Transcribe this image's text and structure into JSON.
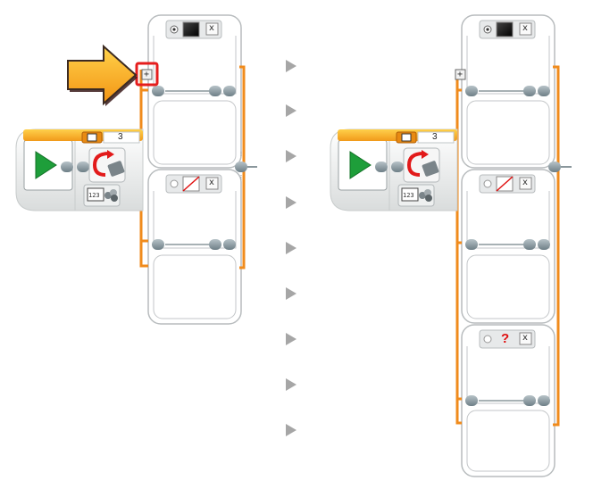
{
  "left_block": {
    "port_value": "3",
    "ruler_digits": "123",
    "add_case_symbol": "+",
    "case1_close": "x",
    "case2_close": "x"
  },
  "right_block": {
    "port_value": "3",
    "ruler_digits": "123",
    "add_case_symbol": "+",
    "case1_close": "x",
    "case2_close": "x",
    "case3_value": "?",
    "case3_close": "x"
  },
  "flow_arrows": [
    "play-triangle",
    "play-triangle",
    "play-triangle",
    "play-triangle",
    "play-triangle",
    "play-triangle",
    "play-triangle",
    "play-triangle",
    "play-triangle"
  ],
  "colors": {
    "accent_orange": "#f08b1c",
    "start_green": "#1e9e3a",
    "highlight_red": "#e51d1d",
    "callout_arrow": "#f6a21a"
  },
  "icons": [
    "start-icon",
    "loop-sensor-icon",
    "color-sensor-icon",
    "black-color-icon",
    "no-color-icon",
    "question-icon"
  ]
}
